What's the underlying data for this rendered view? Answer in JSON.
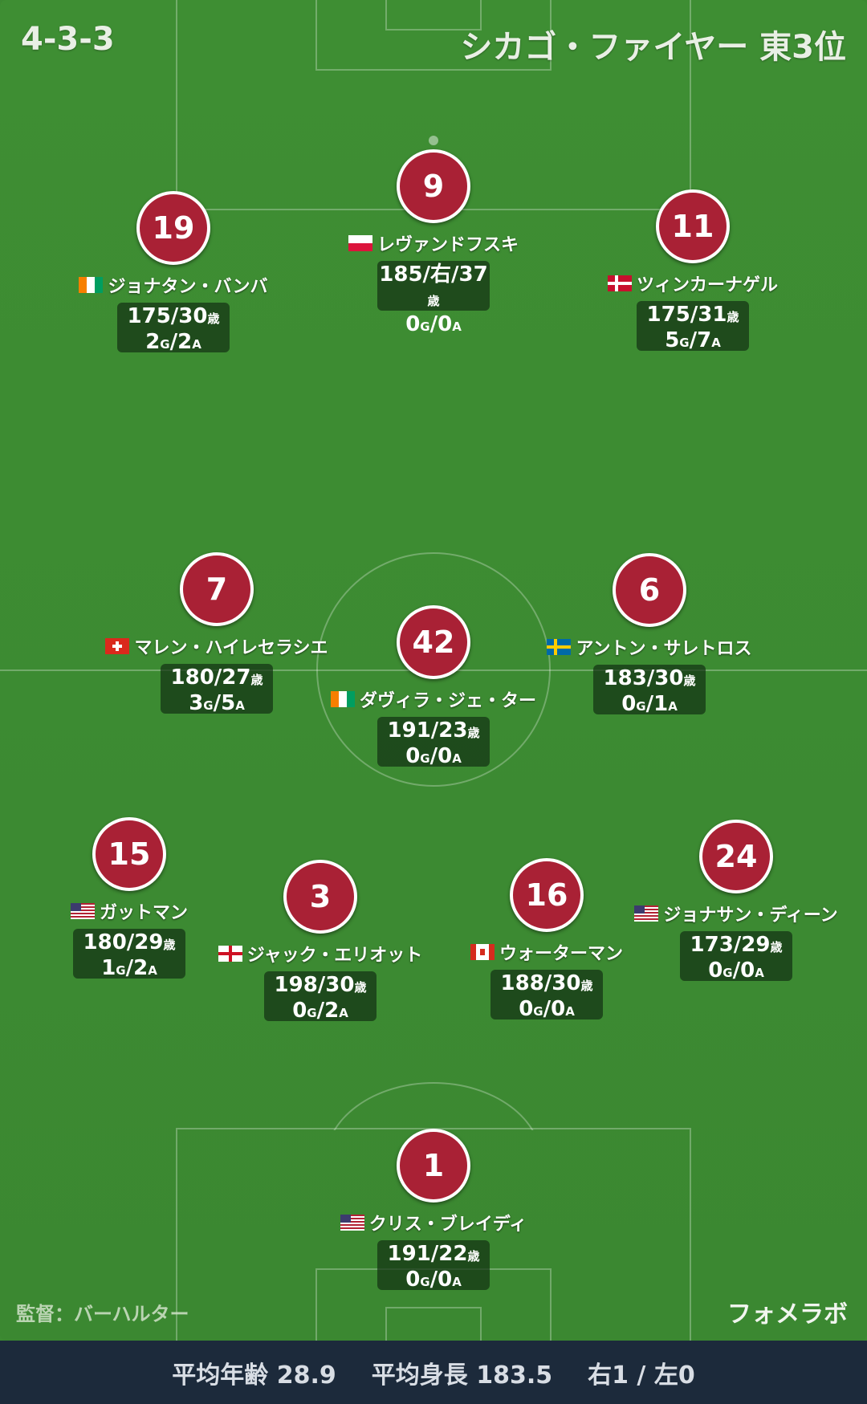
{
  "header": {
    "formation": "4-3-3",
    "team": "シカゴ・ファイヤー 東3位"
  },
  "manager": "監督：バーハルター",
  "brand": "フォメラボ",
  "units": {
    "age": "歳",
    "goals": "G",
    "assists": "A"
  },
  "colors": {
    "pitch": "#3e8e33",
    "badge": "#a92135",
    "footer": "#1c2a3b"
  },
  "players": [
    {
      "number": "9",
      "name": "レヴァンドフスキ",
      "flag": "poland",
      "height_age": "185/右/37",
      "goals": "0",
      "assists": "0"
    },
    {
      "number": "19",
      "name": "ジョナタン・バンバ",
      "flag": "ivory-coast",
      "height_age": "175/30",
      "goals": "2",
      "assists": "2"
    },
    {
      "number": "11",
      "name": "ツィンカーナゲル",
      "flag": "denmark",
      "height_age": "175/31",
      "goals": "5",
      "assists": "7"
    },
    {
      "number": "7",
      "name": "マレン・ハイレセラシエ",
      "flag": "switzerland",
      "height_age": "180/27",
      "goals": "3",
      "assists": "5"
    },
    {
      "number": "42",
      "name": "ダヴィラ・ジェ・ター",
      "flag": "ivory-coast",
      "height_age": "191/23",
      "goals": "0",
      "assists": "0"
    },
    {
      "number": "6",
      "name": "アントン・サレトロス",
      "flag": "sweden",
      "height_age": "183/30",
      "goals": "0",
      "assists": "1"
    },
    {
      "number": "15",
      "name": "ガットマン",
      "flag": "usa",
      "height_age": "180/29",
      "goals": "1",
      "assists": "2"
    },
    {
      "number": "3",
      "name": "ジャック・エリオット",
      "flag": "england",
      "height_age": "198/30",
      "goals": "0",
      "assists": "2"
    },
    {
      "number": "16",
      "name": "ウォーターマン",
      "flag": "canada",
      "height_age": "188/30",
      "goals": "0",
      "assists": "0"
    },
    {
      "number": "24",
      "name": "ジョナサン・ディーン",
      "flag": "usa",
      "height_age": "173/29",
      "goals": "0",
      "assists": "0"
    },
    {
      "number": "1",
      "name": "クリス・ブレイディ",
      "flag": "usa",
      "height_age": "191/22",
      "goals": "0",
      "assists": "0"
    }
  ],
  "footer": {
    "avg_age": "平均年齢 28.9",
    "avg_height": "平均身長 183.5",
    "foot": "右1 / 左0"
  }
}
